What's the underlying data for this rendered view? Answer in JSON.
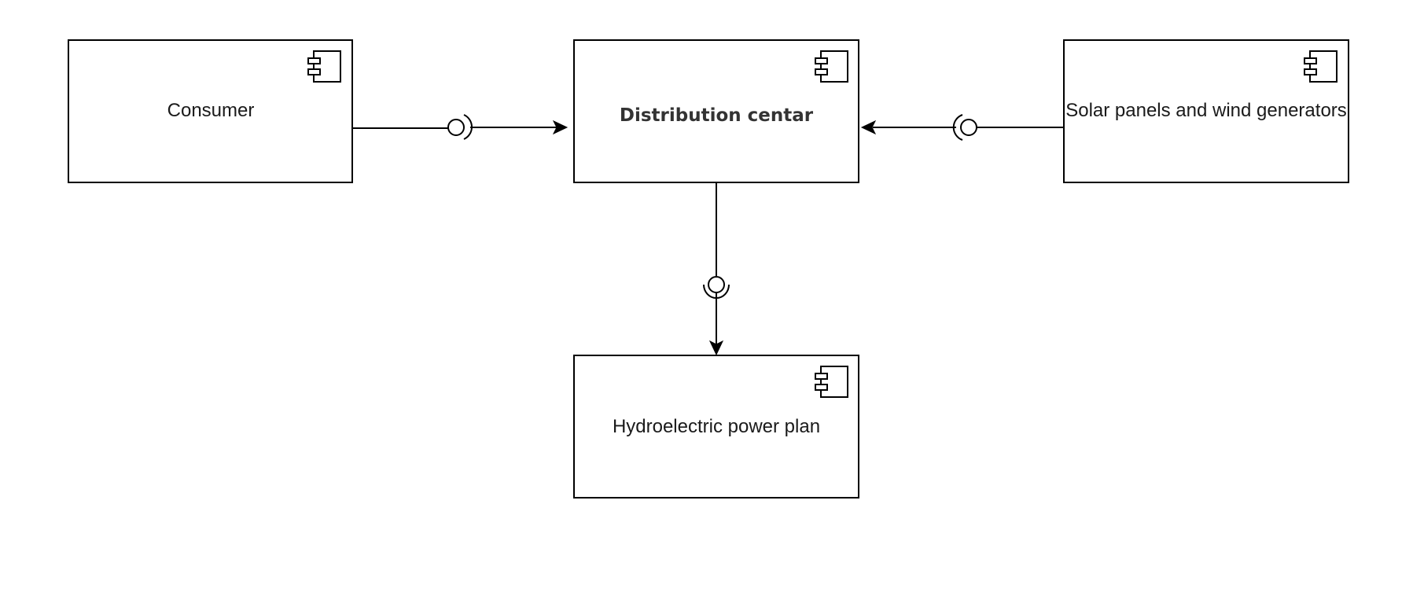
{
  "diagram": {
    "components": {
      "consumer": {
        "label": "Consumer"
      },
      "distribution": {
        "label": "Distribution centar"
      },
      "solar": {
        "label": "Solar panels and wind generators"
      },
      "hydro": {
        "label": "Hydroelectric power plan"
      }
    },
    "icons": {
      "component": "uml-component-icon",
      "provided": "lollipop-provided-interface-icon",
      "required": "socket-required-interface-icon",
      "arrow": "arrowhead-icon"
    },
    "colors": {
      "stroke": "#000000",
      "background": "#ffffff",
      "text": "#1a1a1a",
      "text_bold": "#333333"
    }
  }
}
